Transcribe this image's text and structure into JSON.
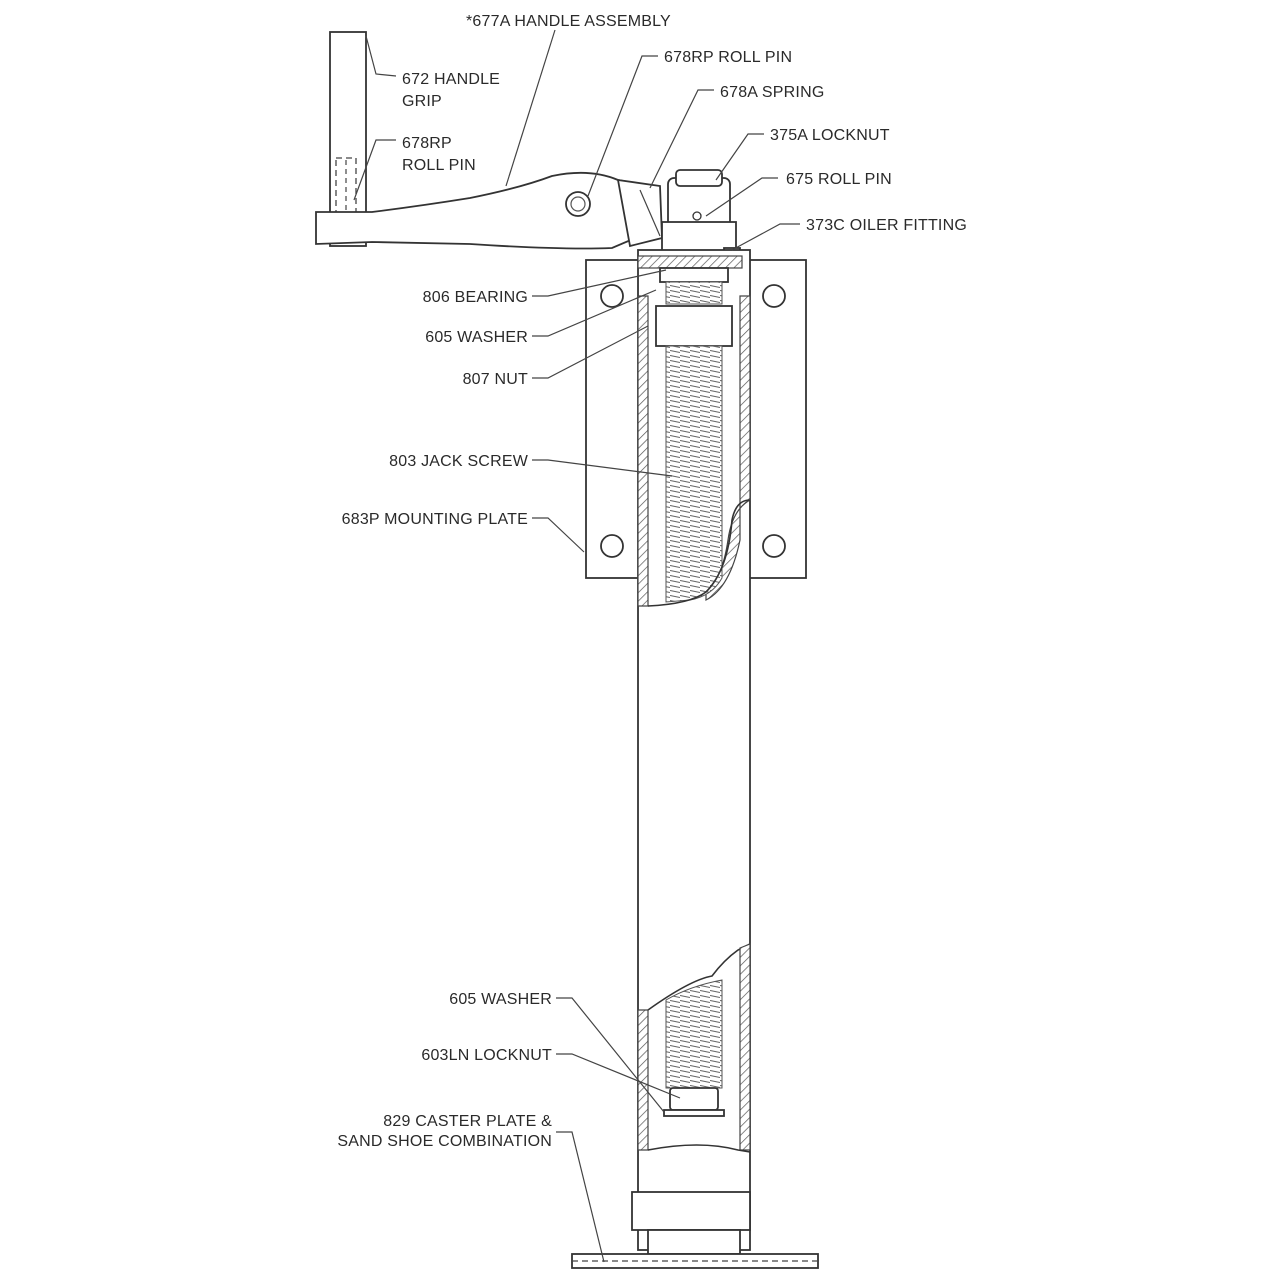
{
  "labels": {
    "handle_assembly": "*677A HANDLE ASSEMBLY",
    "roll_pin_top": "678RP ROLL PIN",
    "handle_grip_1": "672 HANDLE",
    "handle_grip_2": "GRIP",
    "spring": "678A SPRING",
    "locknut_top": "375A LOCKNUT",
    "roll_pin_left_1": "678RP",
    "roll_pin_left_2": "ROLL PIN",
    "roll_pin_675": "675 ROLL PIN",
    "oiler": "373C OILER FITTING",
    "bearing": "806 BEARING",
    "washer_top": "605 WASHER",
    "nut": "807 NUT",
    "jack_screw": "803 JACK SCREW",
    "mounting_plate": "683P MOUNTING PLATE",
    "washer_bottom": "605 WASHER",
    "locknut_bottom": "603LN LOCKNUT",
    "caster_1": "829 CASTER PLATE &",
    "caster_2": "SAND SHOE COMBINATION"
  }
}
